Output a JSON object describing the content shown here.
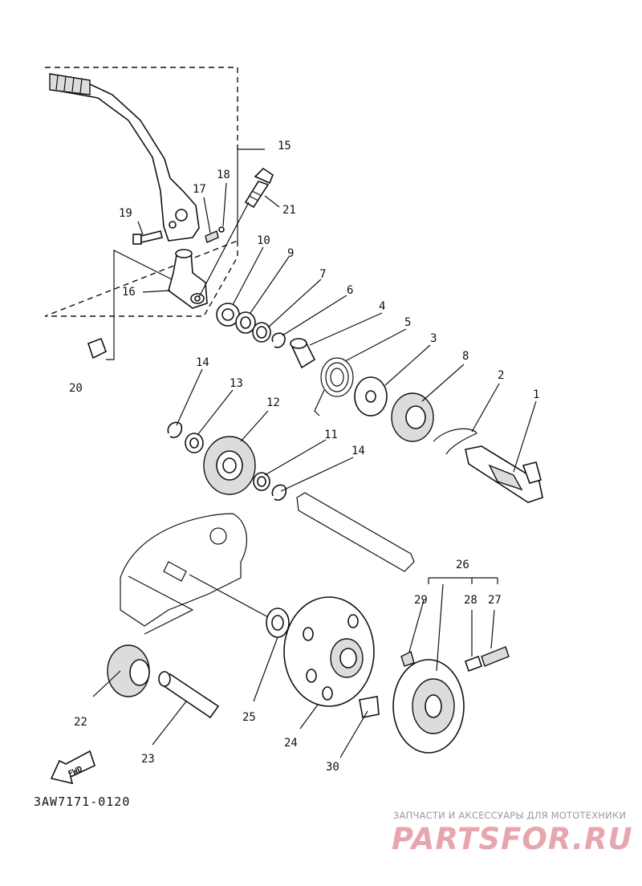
{
  "diagram": {
    "part_numbers": [
      "1",
      "2",
      "3",
      "4",
      "5",
      "6",
      "7",
      "8",
      "9",
      "10",
      "11",
      "12",
      "13",
      "14",
      "14",
      "15",
      "16",
      "17",
      "18",
      "19",
      "20",
      "21",
      "22",
      "23",
      "24",
      "25",
      "26",
      "27",
      "28",
      "29",
      "30"
    ],
    "fwd_label": "FWD",
    "diagram_code": "3AW7171-0120"
  },
  "watermark": {
    "tagline": "ЗАПЧАСТИ И АКСЕССУАРЫ ДЛЯ МОТОТЕХНИКИ",
    "brand": "PARTSFOR.RU"
  },
  "colors": {
    "ink": "#111111",
    "watermark_pink": "#e7a6ad",
    "watermark_gray": "#9a9a9a"
  }
}
